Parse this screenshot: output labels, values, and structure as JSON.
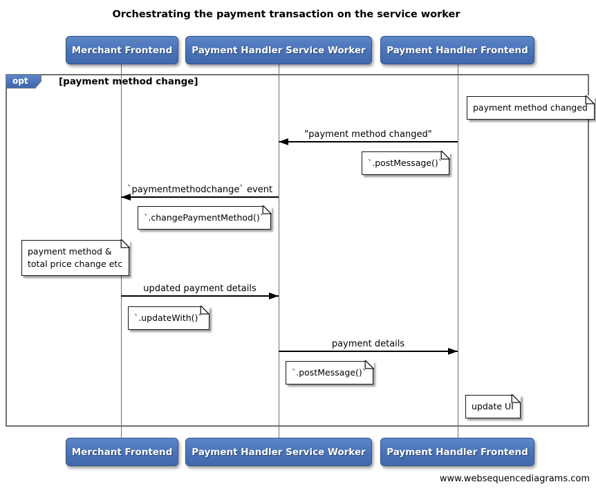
{
  "title": "Orchestrating the payment transaction on the service worker",
  "footer": "www.websequencediagrams.com",
  "fragment": {
    "operator": "opt",
    "condition": "[payment method change]"
  },
  "actors": [
    {
      "label": "Merchant Frontend"
    },
    {
      "label": "Payment Handler Service Worker"
    },
    {
      "label": "Payment Handler Frontend"
    }
  ],
  "messages": [
    {
      "label": "\"payment method changed\"",
      "from": "Payment Handler Frontend",
      "to": "Payment Handler Service Worker"
    },
    {
      "label": "`paymentmethodchange` event",
      "from": "Payment Handler Service Worker",
      "to": "Merchant Frontend"
    },
    {
      "label": "updated payment details",
      "from": "Merchant Frontend",
      "to": "Payment Handler Service Worker"
    },
    {
      "label": "payment details",
      "from": "Payment Handler Service Worker",
      "to": "Payment Handler Frontend"
    }
  ],
  "notes": [
    {
      "text": "payment method changed",
      "position": "right of Payment Handler Frontend"
    },
    {
      "text": "`.postMessage()`",
      "position": "left of Payment Handler Frontend"
    },
    {
      "text": "`.changePaymentMethod()`",
      "position": "left of Payment Handler Service Worker"
    },
    {
      "text": "payment method &\ntotal price change etc",
      "position": "left of Merchant Frontend"
    },
    {
      "text": "`.updateWith()`",
      "position": "right of Merchant Frontend"
    },
    {
      "text": "`.postMessage()`",
      "position": "right of Payment Handler Service Worker"
    },
    {
      "text": "update UI",
      "position": "right of Payment Handler Frontend"
    }
  ],
  "colors": {
    "actor_blue": "#4a74ba",
    "frame_gray": "#6f6f6f",
    "note_bg": "#ffffff",
    "arrow_black": "#000000"
  }
}
